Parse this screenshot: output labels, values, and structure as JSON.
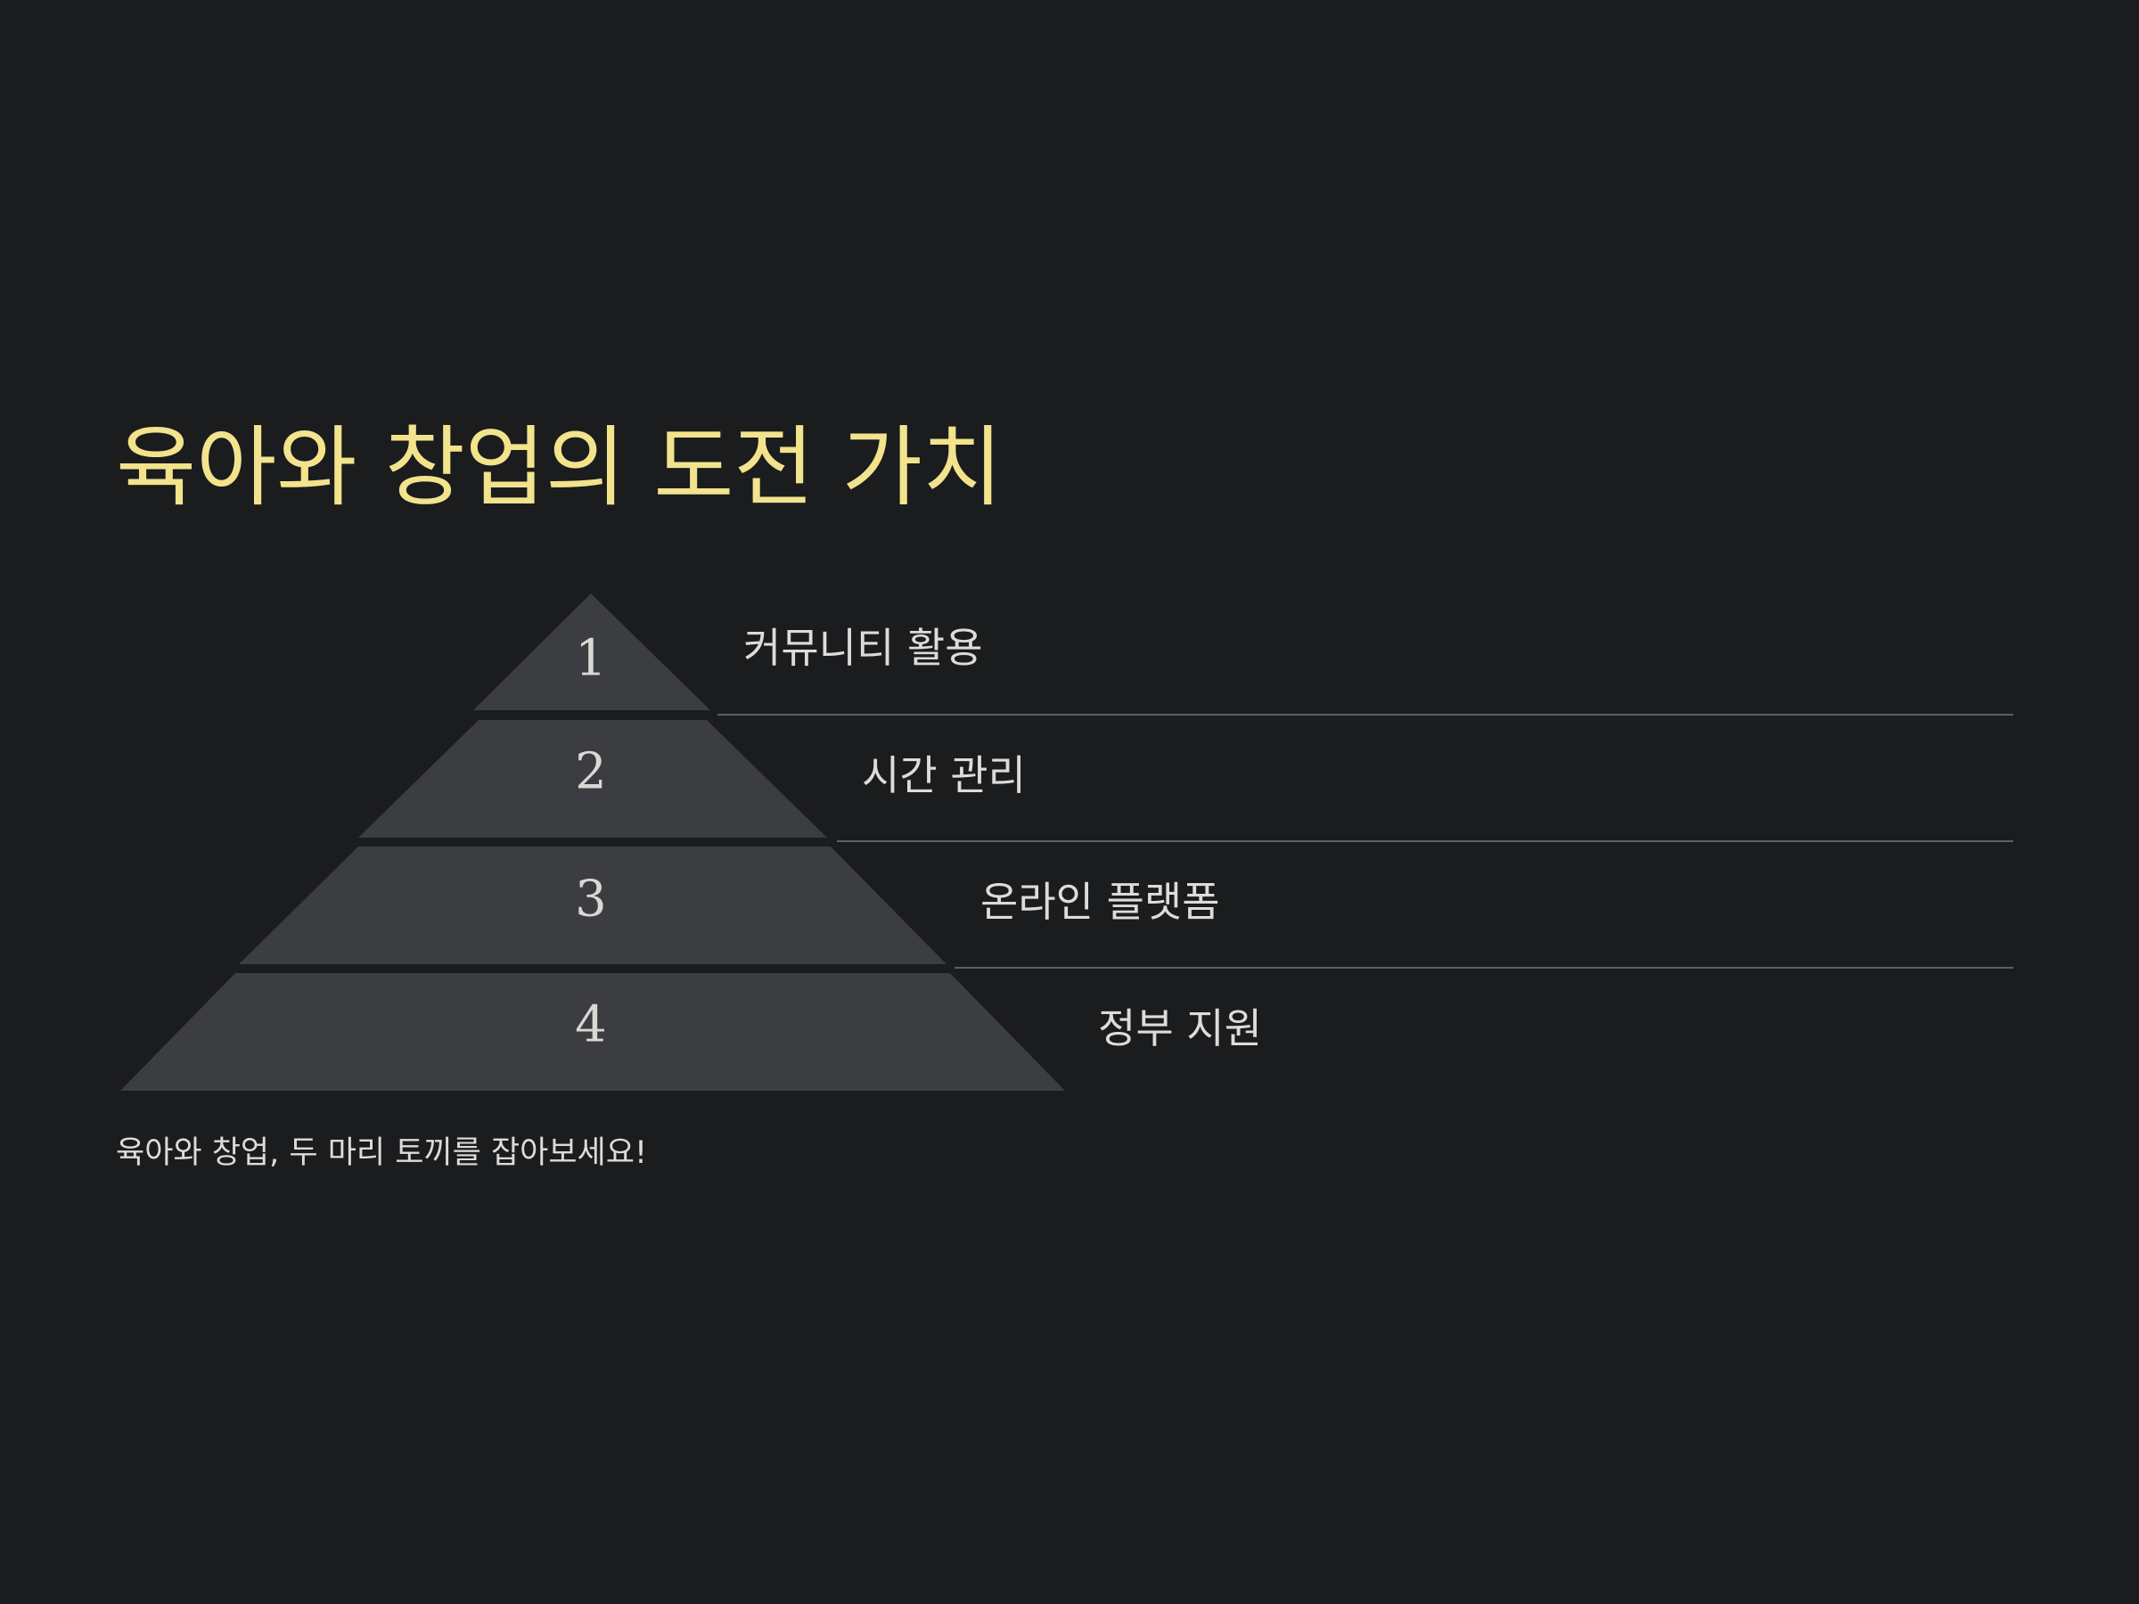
{
  "slide": {
    "title": "육아와 창업의 도전 가치",
    "tagline": "육아와 창업, 두 마리 토끼를 잡아보세요!",
    "colors": {
      "background": "#1b1c1e",
      "title": "#f2e38c",
      "tier_fill": "#3c3d40",
      "text": "#dcdcd8",
      "divider": "#5e5f62"
    }
  },
  "pyramid": {
    "tiers": [
      {
        "number": "1",
        "label": "커뮤니티 활용"
      },
      {
        "number": "2",
        "label": "시간 관리"
      },
      {
        "number": "3",
        "label": "온라인 플랫폼"
      },
      {
        "number": "4",
        "label": "정부 지원"
      }
    ]
  }
}
